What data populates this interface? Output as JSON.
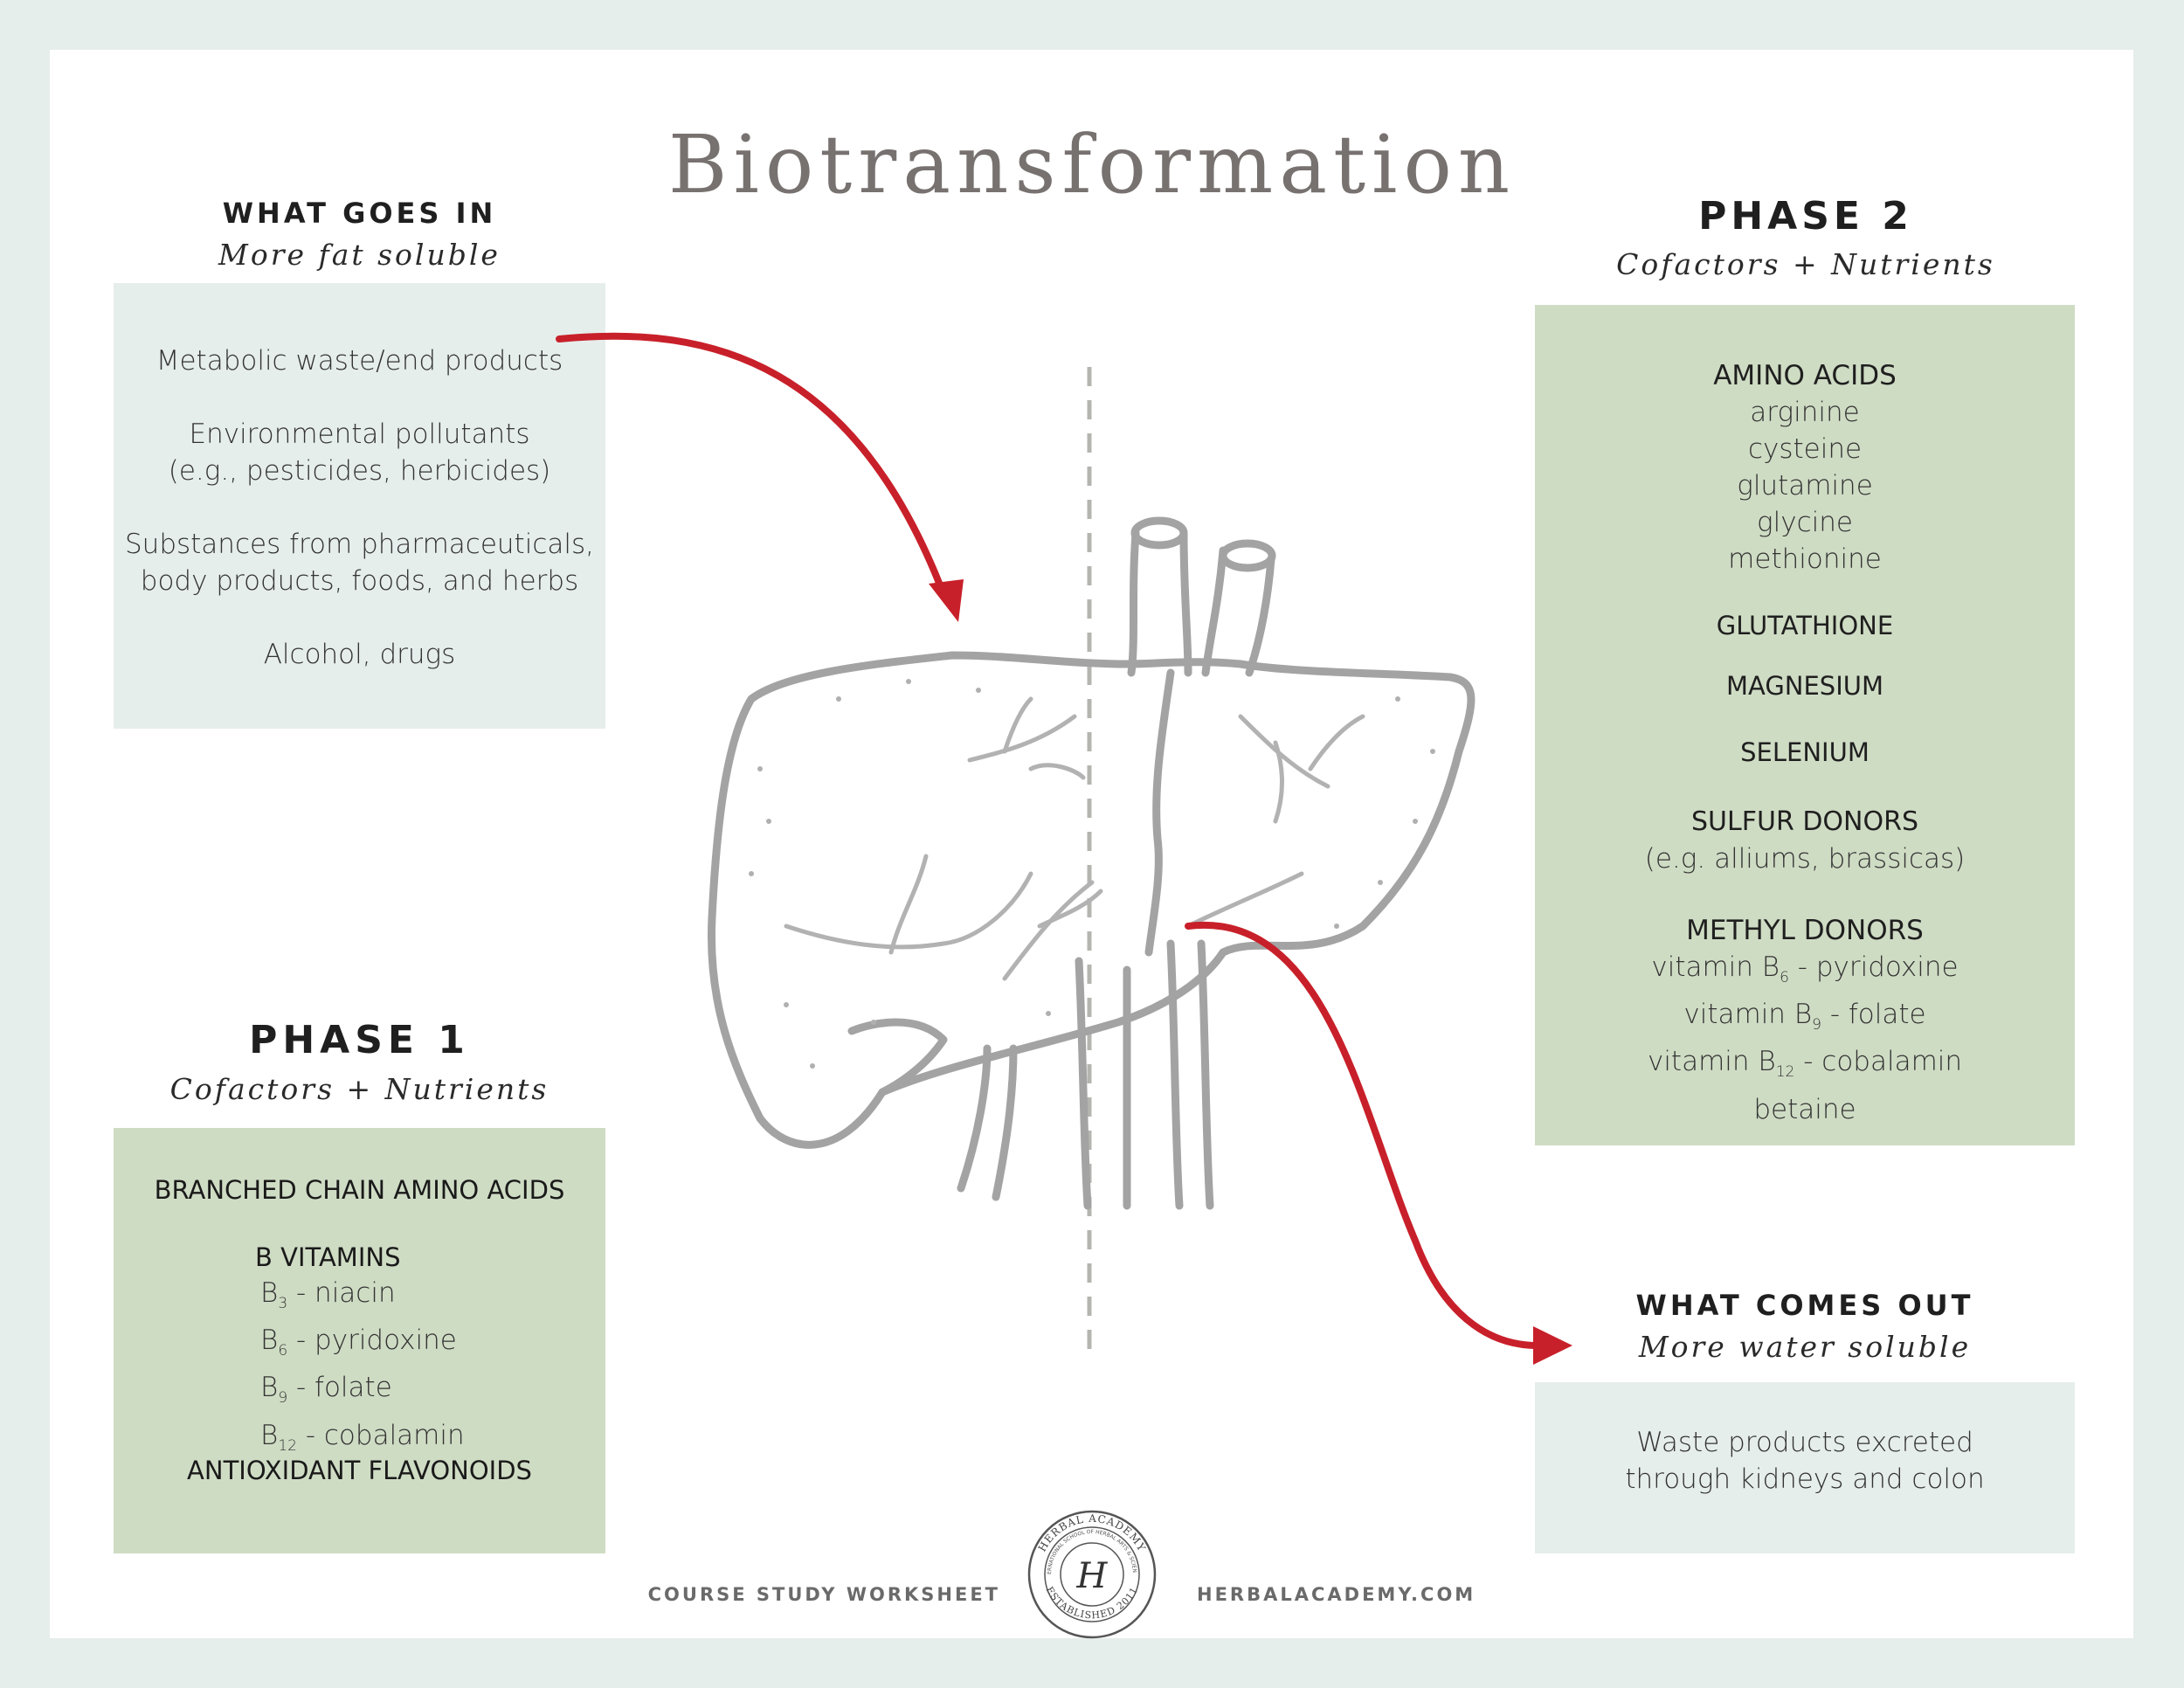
{
  "title": "Biotransformation",
  "goes_in": {
    "heading": "WHAT GOES IN",
    "subheading": "More fat soluble",
    "items": [
      "Metabolic waste/end products",
      "Environmental pollutants",
      "(e.g., pesticides, herbicides)",
      "Substances from pharmaceuticals,",
      "body products, foods, and herbs",
      "Alcohol, drugs"
    ]
  },
  "phase1": {
    "heading": "PHASE 1",
    "subheading": "Cofactors + Nutrients",
    "bcaa": "BRANCHED CHAIN AMINO ACIDS",
    "b_vitamins_heading": "B VITAMINS",
    "b_vitamins": [
      {
        "base": "B",
        "sub": "3",
        "text": " - niacin"
      },
      {
        "base": "B",
        "sub": "6",
        "text": " - pyridoxine"
      },
      {
        "base": "B",
        "sub": "9",
        "text": " - folate"
      },
      {
        "base": "B",
        "sub": "12",
        "text": " - cobalamin"
      }
    ],
    "flavonoids": "ANTIOXIDANT FLAVONOIDS"
  },
  "phase2": {
    "heading": "PHASE 2",
    "subheading": "Cofactors + Nutrients",
    "amino_heading": "AMINO ACIDS",
    "amino_acids": [
      "arginine",
      "cysteine",
      "glutamine",
      "glycine",
      "methionine"
    ],
    "glutathione": "GLUTATHIONE",
    "magnesium": "MAGNESIUM",
    "selenium": "SELENIUM",
    "sulfur_heading": "SULFUR DONORS",
    "sulfur_note": "(e.g. alliums, brassicas)",
    "methyl_heading": "METHYL DONORS",
    "methyl_donors": [
      {
        "pre": "vitamin B",
        "sub": "6",
        "post": " - pyridoxine"
      },
      {
        "pre": "vitamin B",
        "sub": "9",
        "post": " - folate"
      },
      {
        "pre": "vitamin B",
        "sub": "12",
        "post": " - cobalamin"
      }
    ],
    "betaine": "betaine"
  },
  "comes_out": {
    "heading": "WHAT COMES OUT",
    "subheading": "More water soluble",
    "items": [
      "Waste products excreted",
      "through kidneys and colon"
    ]
  },
  "footer": {
    "left": "COURSE STUDY WORKSHEET",
    "right": "HERBALACADEMY.COM",
    "seal_letter": "H",
    "seal_top": "HERBAL ACADEMY",
    "seal_bottom": "ESTABLISHED 2011",
    "seal_inner": "INTERNATIONAL SCHOOL OF HERBAL ARTS & SCIENCES"
  },
  "colors": {
    "arrow": "#c8202a",
    "light_box": "#e6eeec",
    "green_box": "#cfdcc4",
    "liver_stroke": "#a3a3a3"
  }
}
